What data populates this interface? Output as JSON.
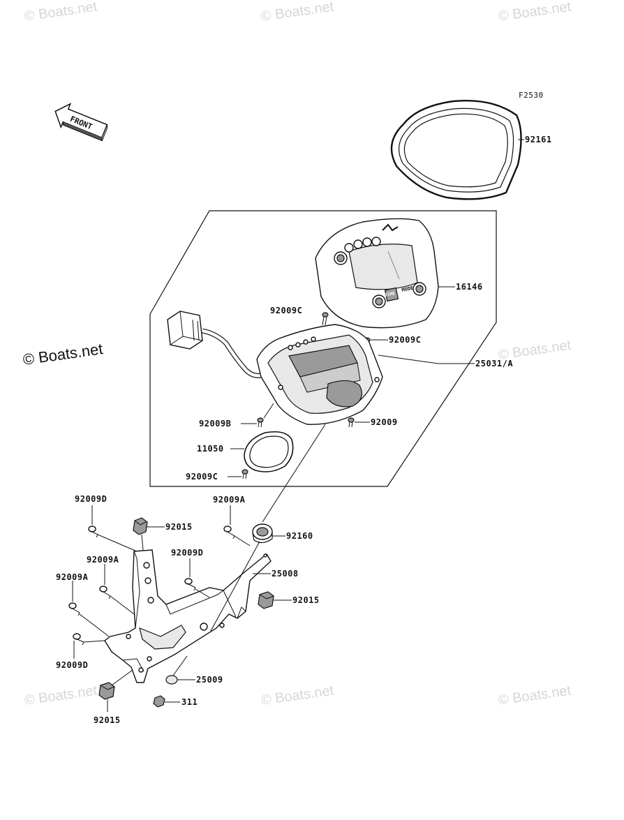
{
  "figure_code": "F2530",
  "front_arrow_text": "FRONT",
  "copyright_mark": "© Boats.net",
  "watermark_text": "© Boats.net",
  "labels": {
    "p92161": "92161",
    "p16146": "16146",
    "p92009C_top": "92009C",
    "p92009C_right": "92009C",
    "p25031A": "25031/A",
    "p92009B": "92009B",
    "p92009": "92009",
    "p11050": "11050",
    "p92009C_bottom": "92009C",
    "p92009D_left_top": "92009D",
    "p92015_top": "92015",
    "p92009A_center": "92009A",
    "p92160": "92160",
    "p92009D_center": "92009D",
    "p92009A_left": "92009A",
    "p25008": "25008",
    "p92009A_far_left": "92009A",
    "p92015_right": "92015",
    "p92009D_bottom_left": "92009D",
    "p25009": "25009",
    "p311": "311",
    "p92015_bottom": "92015"
  },
  "meter_face_text": {
    "btn_left": "TIME",
    "btn_right": "MODE"
  }
}
